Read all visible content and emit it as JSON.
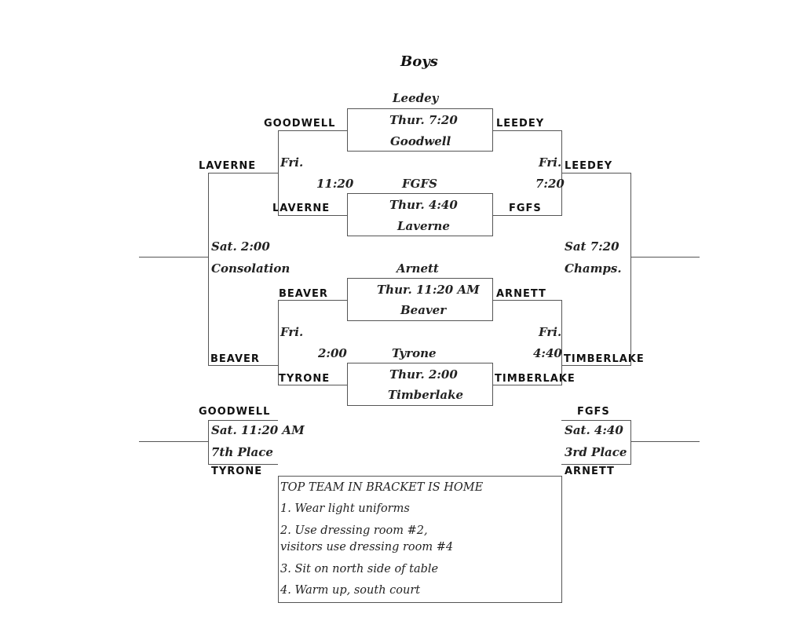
{
  "title": "Boys",
  "games": {
    "g1": {
      "top": "Leedey",
      "time": "Thur. 7:20",
      "bottom": "Goodwell"
    },
    "g2": {
      "top": "FGFS",
      "time": "Thur. 4:40",
      "bottom": "Laverne"
    },
    "g3": {
      "top": "Arnett",
      "time": "Thur. 11:20 AM",
      "bottom": "Beaver"
    },
    "g4": {
      "top": "Tyrone",
      "time": "Thur. 2:00",
      "bottom": "Timberlake"
    }
  },
  "teams": {
    "goodwell_r1": "GOODWELL",
    "leedey_r1": "LEEDEY",
    "laverne_r1": "LAVERNE",
    "fgfs_r1": "FGFS",
    "beaver_r1": "BEAVER",
    "arnett_r1": "ARNETT",
    "tyrone_r1": "TYRONE",
    "timberlake_r1": "TIMBERLAKE",
    "laverne_cons": "LAVERNE",
    "beaver_cons": "BEAVER",
    "leedey_champ": "LEEDEY",
    "timberlake_champ": "TIMBERLAKE",
    "goodwell_7th": "GOODWELL",
    "tyrone_7th": "TYRONE",
    "fgfs_3rd": "FGFS",
    "arnett_3rd": "ARNETT"
  },
  "schedule": {
    "fri_left_top_day": "Fri.",
    "fri_left_top_time": "11:20",
    "fri_right_top_day": "Fri.",
    "fri_right_top_time": "7:20",
    "fri_left_bottom_day": "Fri.",
    "fri_left_bottom_time": "2:00",
    "fri_right_bottom_day": "Fri.",
    "fri_right_bottom_time": "4:40",
    "consolation_time": "Sat. 2:00",
    "consolation_label": "Consolation",
    "champs_time": "Sat 7:20",
    "champs_label": "Champs.",
    "seventh_time": "Sat. 11:20 AM",
    "seventh_label": "7th Place",
    "third_time": "Sat. 4:40",
    "third_label": "3rd Place"
  },
  "rules": {
    "heading": "TOP TEAM IN BRACKET IS HOME",
    "items": [
      "1. Wear light uniforms",
      "2. Use dressing room #2,",
      "visitors use dressing room #4",
      "3. Sit on north side of table",
      "4. Warm up, south court"
    ]
  }
}
